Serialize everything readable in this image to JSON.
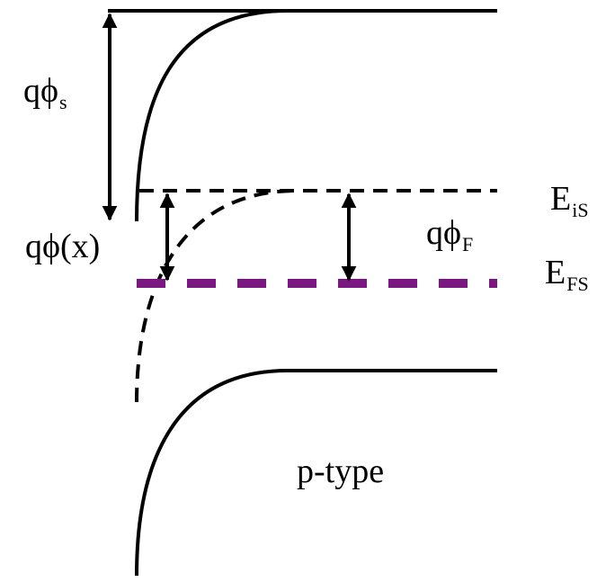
{
  "labels": {
    "q_phi_s": {
      "base": "qϕ",
      "sub": "s"
    },
    "q_phi_x": "qϕ(x)",
    "q_phi_f": {
      "base": "qϕ",
      "sub": "F"
    },
    "e_is": {
      "base": "E",
      "sub": "iS"
    },
    "e_fs": {
      "base": "E",
      "sub": "FS"
    },
    "region": "p-type"
  },
  "colors": {
    "line": "#000000",
    "fermi_level": "#7a1780"
  }
}
